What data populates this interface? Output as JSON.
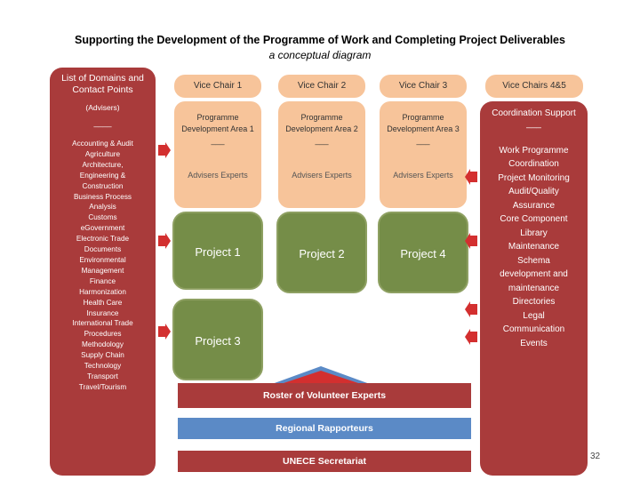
{
  "header": {
    "title": "Supporting the Development of the Programme of Work and Completing Project Deliverables",
    "subtitle": "a conceptual diagram"
  },
  "sidebar": {
    "heading": "List of Domains and Contact Points",
    "subheading": "(Advisers)",
    "rule": "____",
    "domains": [
      "Accounting & Audit",
      "Agriculture",
      "Architecture,",
      "Engineering &",
      "Construction",
      "Business Process",
      "Analysis",
      "Customs",
      "eGovernment",
      "Electronic Trade",
      "Documents",
      "Environmental",
      "Management",
      "Finance",
      "Harmonization",
      "Health Care",
      "Insurance",
      "International Trade",
      "Procedures",
      "Methodology",
      "Supply Chain",
      "Technology",
      "Transport",
      "Travel/Tourism"
    ]
  },
  "vice_chairs": [
    {
      "label": "Vice Chair 1",
      "area": "Programme Development Area 1",
      "rule": "___",
      "advisers": "Advisers Experts"
    },
    {
      "label": "Vice Chair 2",
      "area": "Programme Development Area 2",
      "rule": "___",
      "advisers": "Advisers Experts"
    },
    {
      "label": "Vice Chair 3",
      "area": "Programme Development Area 3",
      "rule": "___",
      "advisers": "Advisers Experts"
    }
  ],
  "vice_chair_45": "Vice Chairs 4&5",
  "projects": {
    "p1": "Project 1",
    "p2": "Project 2",
    "p4": "Project 4",
    "p3": "Project 3"
  },
  "right_panel": {
    "heading": "Coordination Support",
    "rule": "___",
    "items": [
      "Work Programme",
      "Coordination",
      "Project Monitoring",
      "Audit/Quality",
      "Assurance",
      "Core Component",
      "Library",
      "Maintenance",
      "Schema",
      "development and",
      "maintenance",
      "Directories",
      "Legal",
      "Communication",
      "Events"
    ]
  },
  "bottom": {
    "roster": "Roster of Volunteer Experts",
    "regional": "Regional Rapporteurs",
    "secretariat": "UNECE Secretariat"
  },
  "page_number": "32",
  "colors": {
    "dark_red": "#a93b3b",
    "peach": "#f7c49a",
    "olive": "#758d48",
    "blue": "#5b8ac6",
    "arrow_red": "#d32f2f"
  }
}
